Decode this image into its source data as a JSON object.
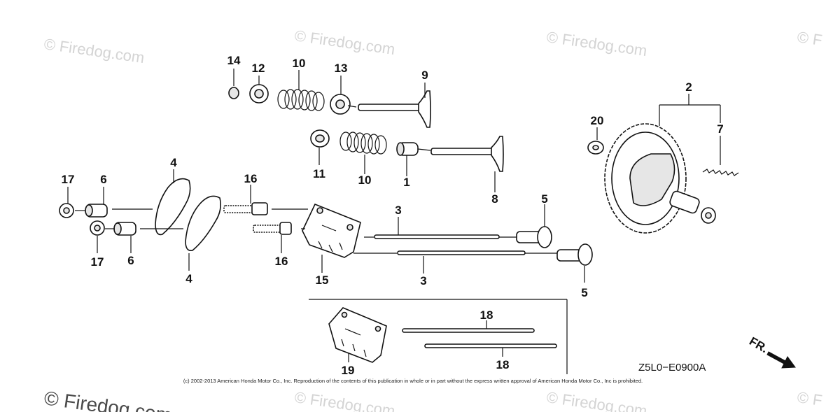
{
  "watermarks": [
    "© Firedog.com",
    "© Firedog.com",
    "© Firedog.com",
    "© F",
    "© Firedog.com",
    "© Firedog.com",
    "© Firedog.com",
    "© F"
  ],
  "callouts": {
    "c14": "14",
    "c12": "12",
    "c10a": "10",
    "c13": "13",
    "c9": "9",
    "c11": "11",
    "c10b": "10",
    "c1": "1",
    "c8": "8",
    "c2": "2",
    "c20": "20",
    "c7": "7",
    "c4a": "4",
    "c4b": "4",
    "c17a": "17",
    "c17b": "17",
    "c6a": "6",
    "c6b": "6",
    "c16a": "16",
    "c16b": "16",
    "c15": "15",
    "c3a": "3",
    "c3b": "3",
    "c5a": "5",
    "c5b": "5",
    "c18a": "18",
    "c18b": "18",
    "c19": "19"
  },
  "diagram_code": "Z5L0−E0900A",
  "direction_label": "FR.",
  "copyright": "(c) 2002-2013 American Honda Motor Co., Inc. Reproduction of the contents of this publication in whole or in part without the express written approval of American Honda Motor Co., Inc is prohibited."
}
